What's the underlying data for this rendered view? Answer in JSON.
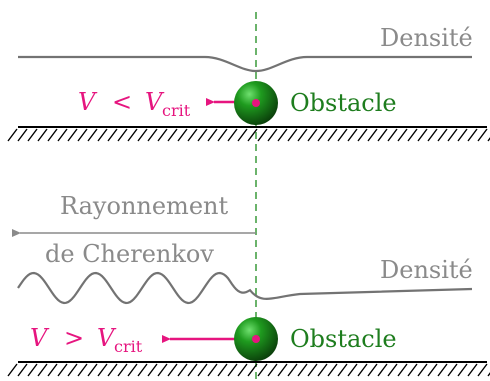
{
  "colors": {
    "gray": "#8a8a8a",
    "curve": "#737373",
    "green": "#1e7d1e",
    "dashed": "#3a9a3a",
    "pink": "#e6157f",
    "hatch": "#000000"
  },
  "top_panel": {
    "density_label": "Densité",
    "velocity_label": {
      "var": "V",
      "op": "<",
      "sub": "crit"
    },
    "obstacle_label": "Obstacle"
  },
  "bottom_panel": {
    "density_label": "Densité",
    "radiation_label_line1": "Rayonnement",
    "radiation_label_line2": "de Cherenkov",
    "velocity_label": {
      "var": "V",
      "op": ">",
      "sub": "crit"
    },
    "obstacle_label": "Obstacle"
  },
  "icons": {
    "obstacle": "green-sphere-icon",
    "velocity_arrow": "left-arrow-icon",
    "radiation_arrow": "left-arrow-icon",
    "ground": "hatched-ground"
  }
}
